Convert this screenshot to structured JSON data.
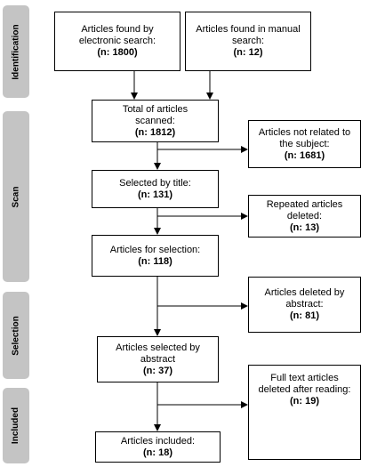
{
  "phases": {
    "identification": "Identification",
    "scan": "Scan",
    "selection": "Selection",
    "included": "Included"
  },
  "boxes": {
    "electronic_search": {
      "lines": [
        "Articles found by",
        "electronic search:"
      ],
      "count": "(n: 1800)"
    },
    "manual_search": {
      "lines": [
        "Articles found in manual",
        "search:"
      ],
      "count": "(n: 12)"
    },
    "total_scanned": {
      "lines": [
        "Total of articles",
        "scanned:"
      ],
      "count": "(n: 1812)"
    },
    "not_related": {
      "lines": [
        "Articles not related to",
        "the subject:"
      ],
      "count": "(n: 1681)"
    },
    "selected_title": {
      "lines": [
        "Selected by title:"
      ],
      "count": "(n: 131)"
    },
    "repeated_deleted": {
      "lines": [
        "Repeated articles",
        "deleted:"
      ],
      "count": "(n: 13)"
    },
    "for_selection": {
      "lines": [
        "Articles for selection:"
      ],
      "count": "(n: 118)"
    },
    "deleted_abstract": {
      "lines": [
        "Articles deleted by",
        "abstract:"
      ],
      "count": "(n: 81)"
    },
    "selected_abstract": {
      "lines": [
        "Articles selected by",
        "abstract"
      ],
      "count": "(n: 37)"
    },
    "fulltext_deleted": {
      "lines": [
        "Full text articles",
        "deleted after reading:"
      ],
      "count": "(n: 19)"
    },
    "included": {
      "lines": [
        "Articles included:"
      ],
      "count": "(n: 18)"
    }
  },
  "colors": {
    "phase_bg": "#c4c4c4",
    "line": "#000000"
  }
}
